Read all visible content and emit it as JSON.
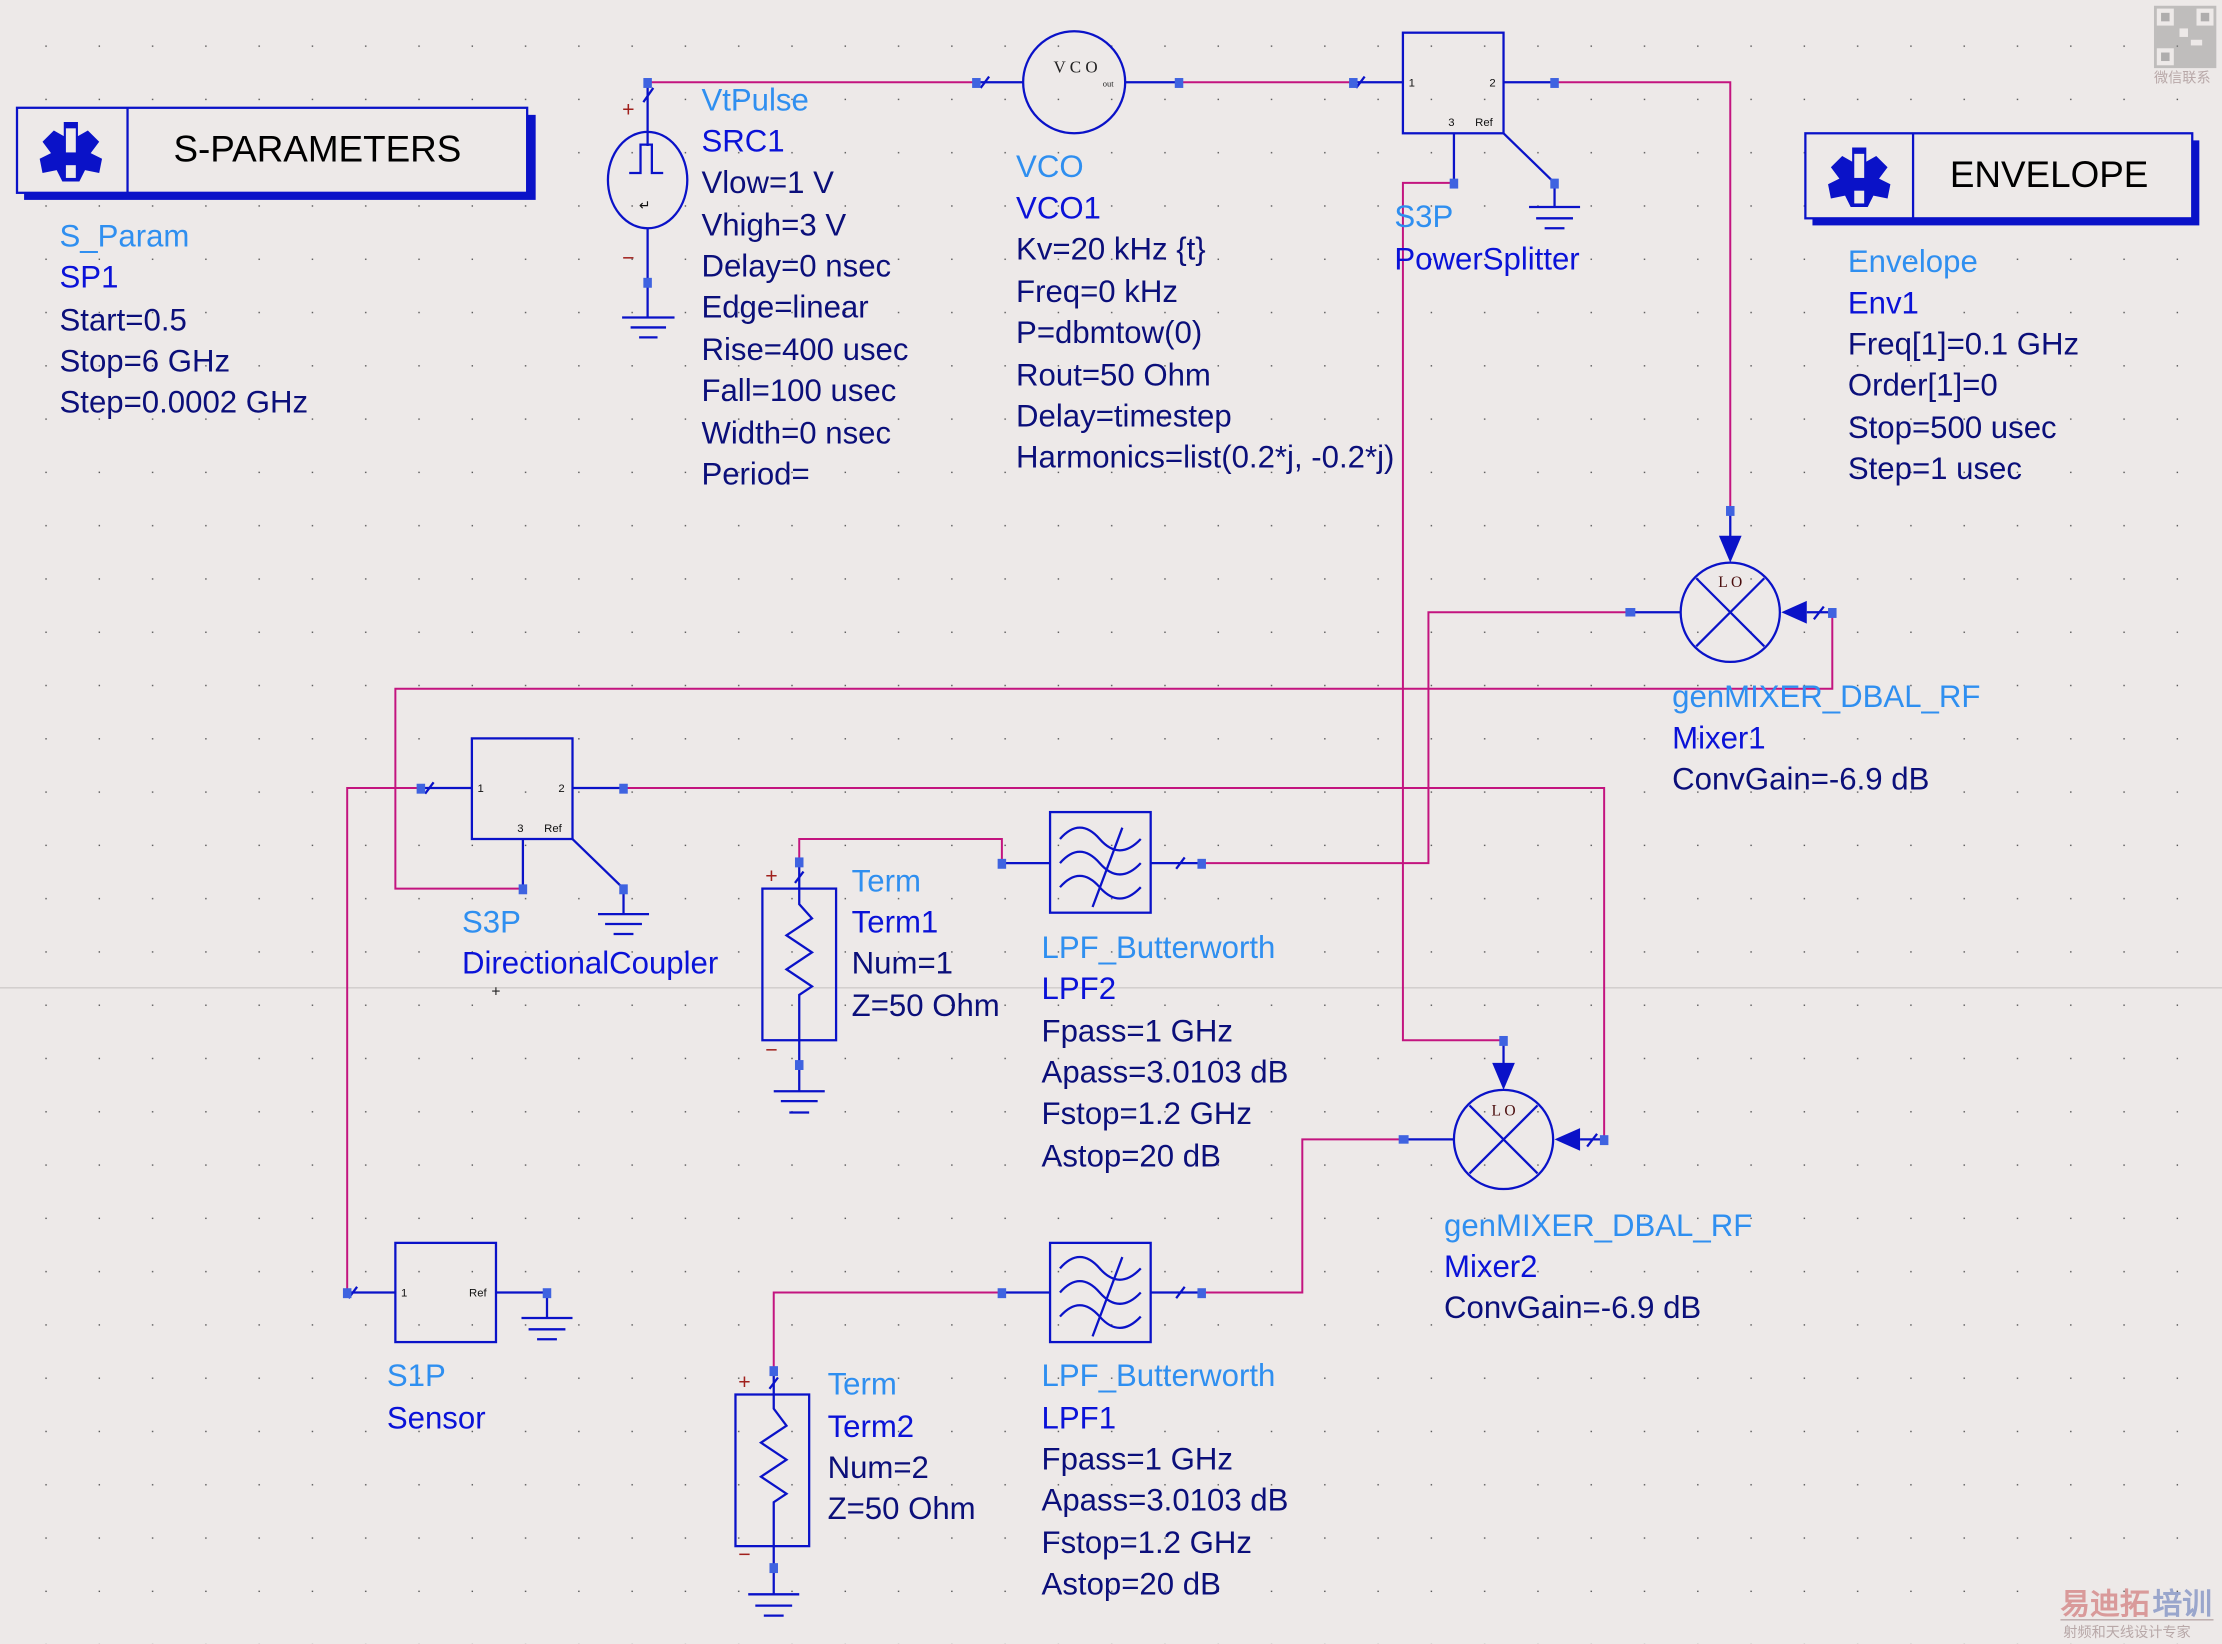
{
  "controllers": {
    "sparam": {
      "title": "S-PARAMETERS",
      "type": "S_Param",
      "instance": "SP1",
      "params": [
        "Start=0.5",
        "Stop=6 GHz",
        "Step=0.0002 GHz"
      ]
    },
    "envelope": {
      "title": "ENVELOPE",
      "type": "Envelope",
      "instance": "Env1",
      "params": [
        "Freq[1]=0.1 GHz",
        "Order[1]=0",
        "Stop=500 usec",
        "Step=1 usec"
      ]
    }
  },
  "components": {
    "vtpulse": {
      "type": "VtPulse",
      "instance": "SRC1",
      "params": [
        "Vlow=1 V",
        "Vhigh=3 V",
        "Delay=0 nsec",
        "Edge=linear",
        "Rise=400 usec",
        "Fall=100 usec",
        "Width=0 nsec",
        "Period="
      ],
      "plus": "+",
      "minus": "−"
    },
    "vco": {
      "type": "VCO",
      "instance": "VCO1",
      "symbol": "V C O",
      "out": "out",
      "params": [
        "Kv=20 kHz {t}",
        "Freq=0 kHz",
        "P=dbmtow(0)",
        "Rout=50 Ohm",
        "Delay=timestep",
        "Harmonics=list(0.2*j, -0.2*j)"
      ]
    },
    "splitter": {
      "type": "S3P",
      "instance": "PowerSplitter",
      "pins": [
        "1",
        "2",
        "3",
        "Ref"
      ]
    },
    "coupler": {
      "type": "S3P",
      "instance": "DirectionalCoupler",
      "pins": [
        "1",
        "2",
        "3",
        "Ref"
      ]
    },
    "sensor": {
      "type": "S1P",
      "instance": "Sensor",
      "pins": [
        "1",
        "Ref"
      ]
    },
    "mixer1": {
      "type": "genMIXER_DBAL_RF",
      "instance": "Mixer1",
      "params": [
        "ConvGain=-6.9 dB"
      ],
      "lo": "L O"
    },
    "mixer2": {
      "type": "genMIXER_DBAL_RF",
      "instance": "Mixer2",
      "params": [
        "ConvGain=-6.9 dB"
      ],
      "lo": "L O"
    },
    "term1": {
      "type": "Term",
      "instance": "Term1",
      "params": [
        "Num=1",
        "Z=50 Ohm"
      ],
      "plus": "+",
      "minus": "−"
    },
    "term2": {
      "type": "Term",
      "instance": "Term2",
      "params": [
        "Num=2",
        "Z=50 Ohm"
      ],
      "plus": "+",
      "minus": "−"
    },
    "lpf2": {
      "type": "LPF_Butterworth",
      "instance": "LPF2",
      "params": [
        "Fpass=1 GHz",
        "Apass=3.0103 dB",
        "Fstop=1.2 GHz",
        "Astop=20 dB"
      ]
    },
    "lpf1": {
      "type": "LPF_Butterworth",
      "instance": "LPF1",
      "params": [
        "Fpass=1 GHz",
        "Apass=3.0103 dB",
        "Fstop=1.2 GHz",
        "Astop=20 dB"
      ]
    }
  },
  "watermark": {
    "qr_caption": "微信联系",
    "brand_a": "易迪拓",
    "brand_b": "培训",
    "tagline": "射频和天线设计专家"
  },
  "colors": {
    "background": "#ede9e8",
    "wire": "#c3147f",
    "component": "#0a12c8",
    "pin": "#3f63e0",
    "type_text": "#2f8ff0",
    "instance_text": "#0a12d8",
    "param_text": "#0b0f7a"
  }
}
